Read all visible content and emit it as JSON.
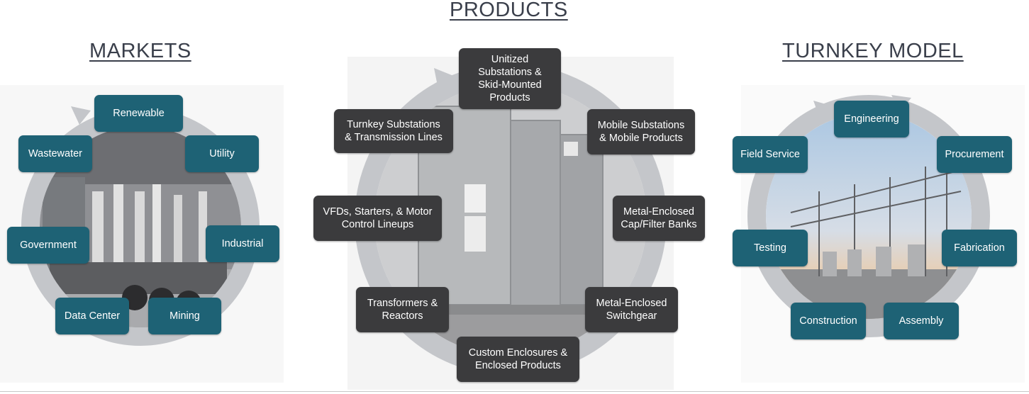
{
  "headings": {
    "products": "PRODUCTS",
    "markets": "MARKETS",
    "turnkey": "TURNKEY MODEL"
  },
  "markets": {
    "items": [
      "Renewable",
      "Utility",
      "Industrial",
      "Mining",
      "Data Center",
      "Government",
      "Wastewater"
    ]
  },
  "products": {
    "items": [
      "Unitized\nSubstations &\nSkid-Mounted\nProducts",
      "Mobile Substations\n& Mobile Products",
      "Metal-Enclosed\nCap/Filter Banks",
      "Metal-Enclosed\nSwitchgear",
      "Custom Enclosures &\nEnclosed Products",
      "Transformers &\nReactors",
      "VFDs, Starters, & Motor\nControl Lineups",
      "Turnkey Substations\n& Transmission Lines"
    ]
  },
  "turnkey": {
    "items": [
      "Engineering",
      "Procurement",
      "Fabrication",
      "Assembly",
      "Construction",
      "Testing",
      "Field Service"
    ]
  },
  "colors": {
    "teal_box": "#1e6275",
    "dark_box": "#3b3b3d",
    "ring": "#c4c6ca",
    "heading": "#3a3f4b"
  },
  "icons": {
    "ring_arrow": "cycle-arrow-icon"
  }
}
